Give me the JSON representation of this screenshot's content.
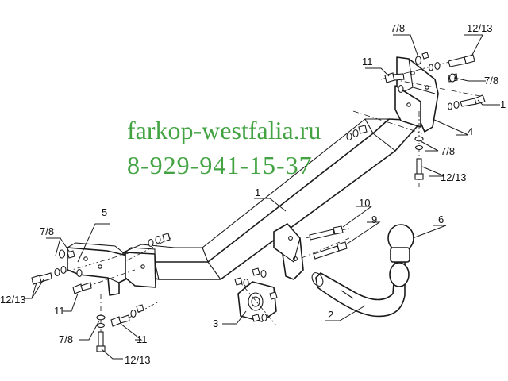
{
  "watermark": {
    "line1": "farkop-westfalia.ru",
    "line2": "8-929-941-15-37",
    "color": "#2f9a2f"
  },
  "callouts": {
    "part1": "1",
    "part2": "2",
    "part3": "3",
    "part4": "4",
    "part5": "5",
    "part6": "6",
    "part9": "9",
    "part10": "10",
    "washer_top_left": "7/8",
    "bolt_top_right": "12/13",
    "bolt_top_left": "11",
    "washer_top_right": "7/8",
    "bolt_right_edge": "1",
    "washer_right_mid": "7/8",
    "bolt_right_mid": "12/13",
    "washer_left_top": "7/8",
    "bolt_left": "12/13",
    "bolt_left_mid": "11",
    "washer_left_bottom": "7/8",
    "bolt_left_right": "11",
    "bolt_left_bottom": "12/13"
  }
}
